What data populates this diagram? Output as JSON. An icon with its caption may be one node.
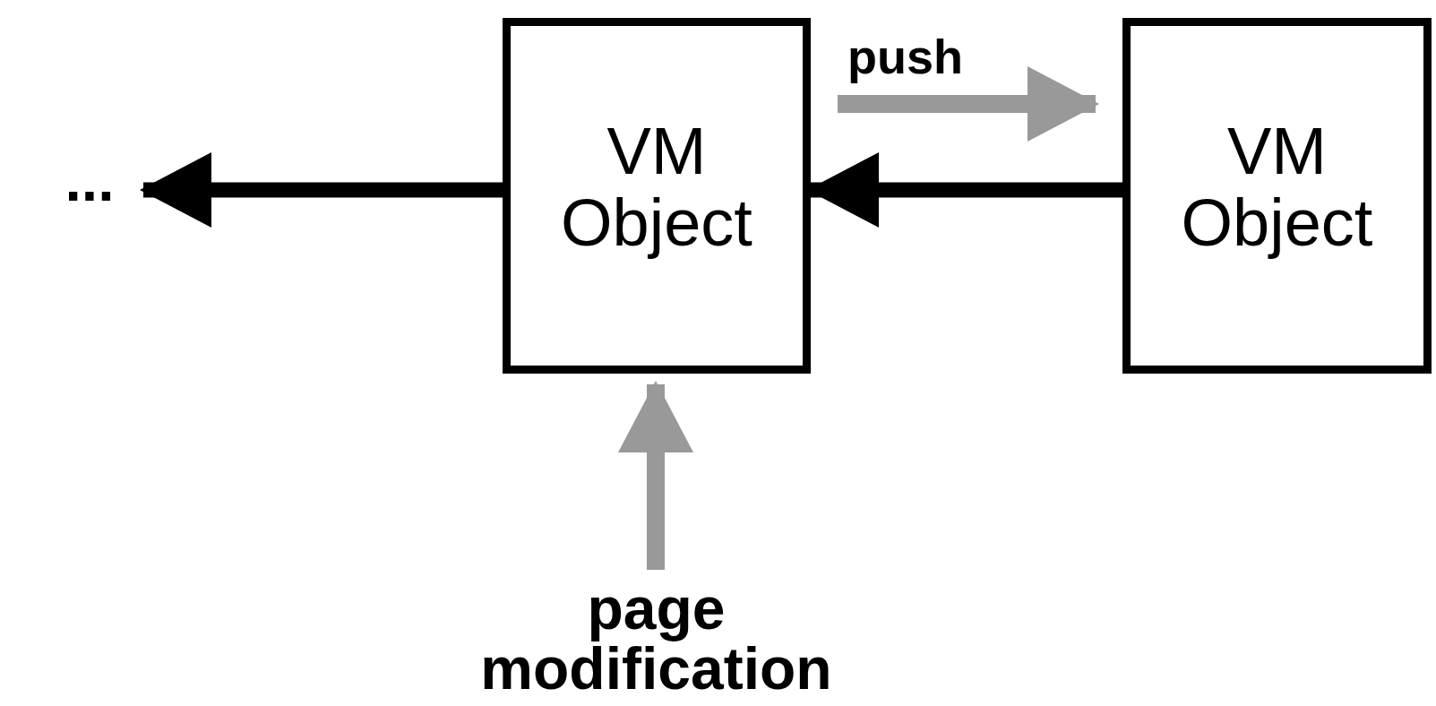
{
  "diagram": {
    "nodes": [
      {
        "text": [
          "..."
        ]
      },
      {
        "text": [
          "VM Object"
        ]
      },
      {
        "text": [
          "VM Object"
        ]
      },
      {
        "text": [
          "page modification"
        ]
      }
    ],
    "edges": [
      {
        "from": 1,
        "to": 0,
        "arrow": "to"
      },
      {
        "from": 1,
        "to": 2,
        "arrow": "to",
        "label": "push",
        "color": "#999999"
      },
      {
        "from": 2,
        "to": 1,
        "arrow": "to"
      },
      {
        "from": 3,
        "to": 1,
        "arrow": "to",
        "color": "#999999"
      }
    ]
  }
}
